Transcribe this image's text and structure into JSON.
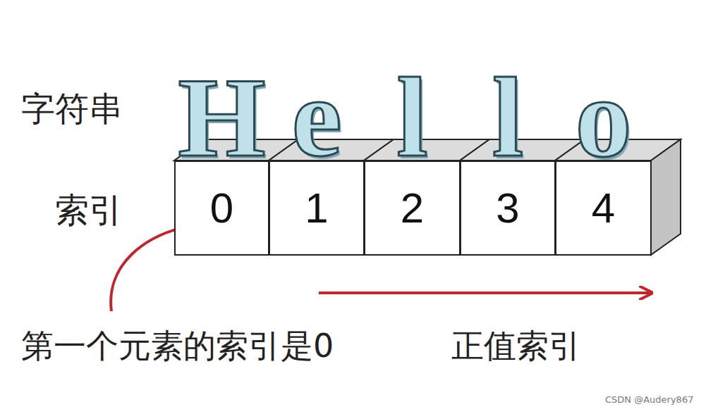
{
  "diagram": {
    "nodes": [
      {
        "text": [
          "H",
          "0"
        ]
      },
      {
        "text": [
          "e",
          "1"
        ]
      },
      {
        "text": [
          "l",
          "2"
        ]
      },
      {
        "text": [
          "l",
          "3"
        ]
      },
      {
        "text": [
          "o",
          "4"
        ]
      }
    ],
    "labels": [
      "字符串",
      "索引",
      "第一个元素的索引是0",
      "正值索引",
      "CSDN @Audery867"
    ]
  }
}
